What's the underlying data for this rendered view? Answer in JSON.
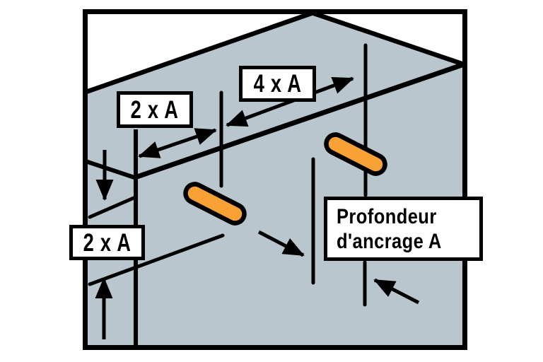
{
  "diagram": {
    "description": "Anchor installation spacing and depth diagram on a concrete block (3D view)",
    "labels": {
      "spacing_between_anchors": "2 x A",
      "spacing_wide": "4 x A",
      "edge_distance": "2 x A",
      "anchor_depth": {
        "line1": "Profondeur",
        "line2": "d'ancrage A"
      }
    },
    "colors": {
      "background": "#ffffff",
      "block_fill": "#b9c6ce",
      "line": "#000000",
      "anchor_fill": "#f8a235",
      "label_bg": "#ffffff",
      "label_text": "#000000"
    }
  }
}
